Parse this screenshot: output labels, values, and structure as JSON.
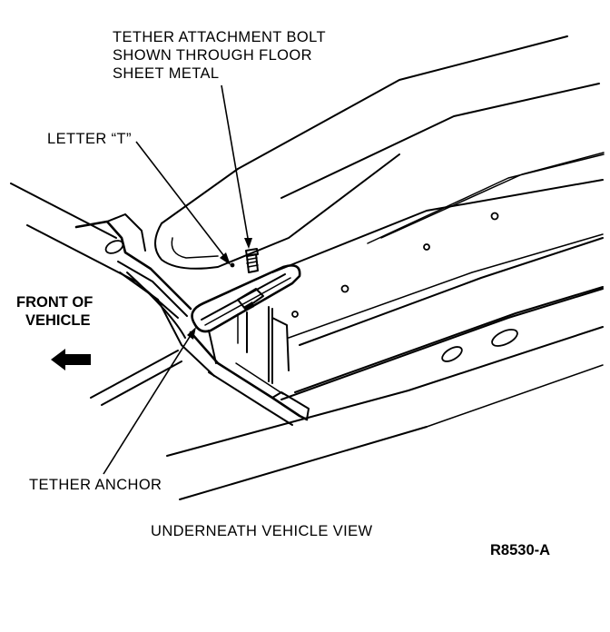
{
  "callouts": {
    "tether_bolt": [
      "TETHER ATTACHMENT BOLT",
      "SHOWN THROUGH FLOOR",
      "SHEET METAL"
    ],
    "letter_t": "LETTER “T”",
    "front_of_vehicle": [
      "FRONT OF",
      "VEHICLE"
    ],
    "tether_anchor": "TETHER ANCHOR"
  },
  "caption": "UNDERNEATH VEHICLE VIEW",
  "figure_id": "R8530-A",
  "icons": {
    "direction_arrow": "arrow-left-icon",
    "bolt": "bolt-icon"
  },
  "colors": {
    "ink": "#000000",
    "paper": "#ffffff"
  }
}
